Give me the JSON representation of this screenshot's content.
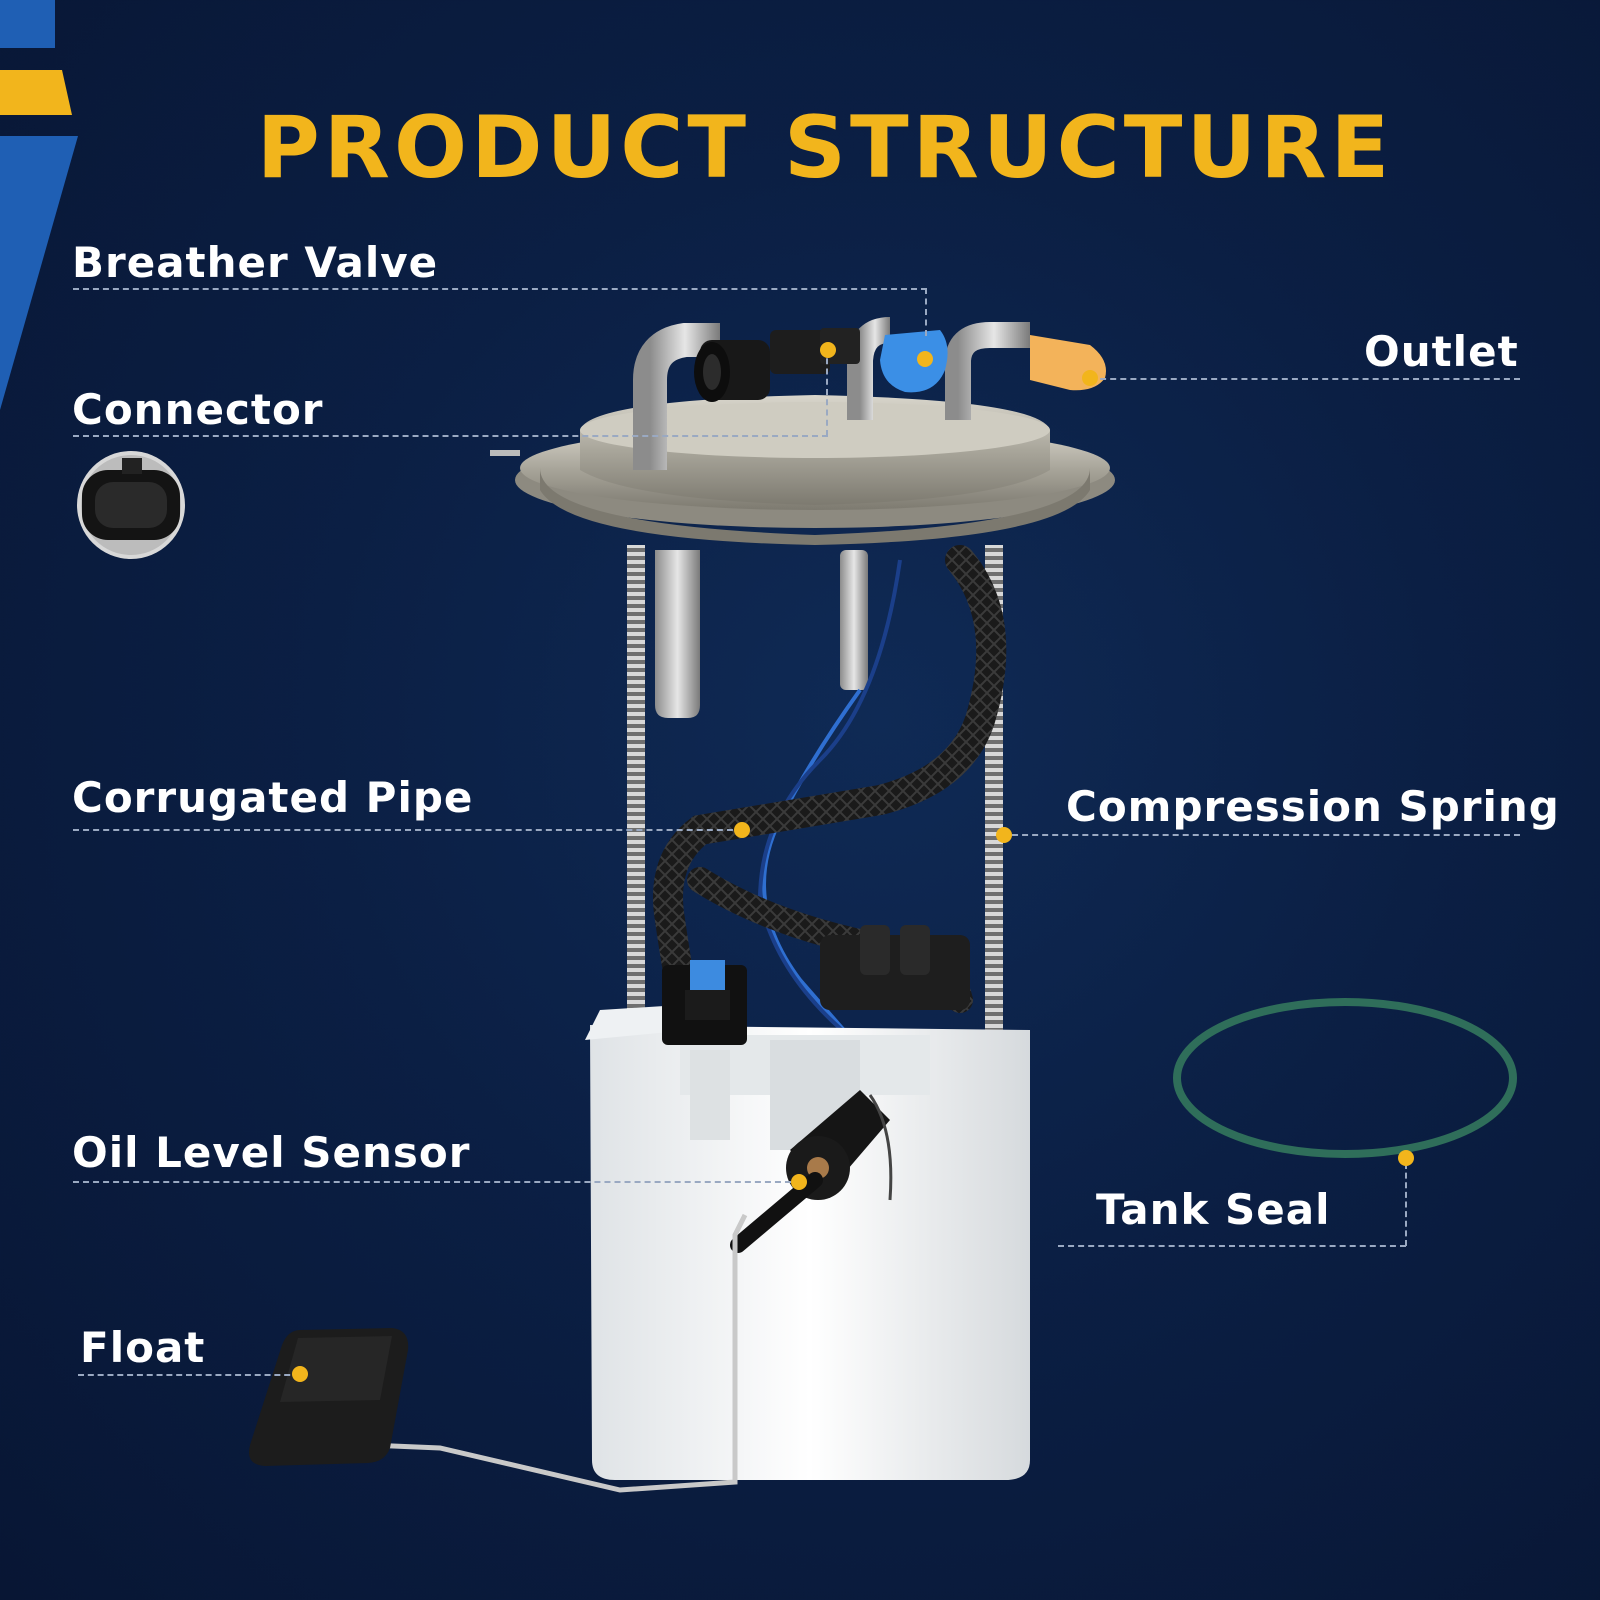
{
  "title": "PRODUCT STRUCTURE",
  "colors": {
    "accent": "#f2b51c",
    "background": "#0b1f44",
    "corner_blue": "#1f5fb4",
    "seal_green": "#2f6e5a"
  },
  "labels": {
    "breather_valve": "Breather Valve",
    "connector": "Connector",
    "corrugated_pipe": "Corrugated Pipe",
    "oil_level_sensor": "Oil Level Sensor",
    "float": "Float",
    "outlet": "Outlet",
    "compression_spring": "Compression Spring",
    "tank_seal": "Tank Seal"
  }
}
